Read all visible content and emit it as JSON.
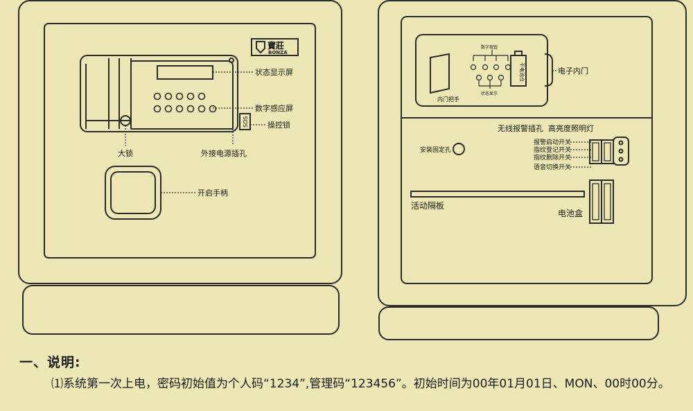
{
  "front_panel": {
    "logo": {
      "cn": "寶莊",
      "en": "BONZA"
    },
    "labels": {
      "status_display": "状态显示屏",
      "keypad": "数字感应屏",
      "sos": "SOS",
      "control_lock": "操控锁",
      "main_lock": "大锁",
      "external_power": "外接电源插孔",
      "handle": "开启手柄"
    }
  },
  "back_panel": {
    "inner_door": {
      "inner_handle": "内门把手",
      "keypad": "数字按钮",
      "status": "状态显示",
      "battery": "干电池仓",
      "inner_door_label": "电子内门"
    },
    "labels": {
      "header": "无线报警插孔  高亮度照明灯",
      "mount_hole": "安装固定孔",
      "switch_alarm": "报警启动开关",
      "switch_fp_register": "指纹登记开关",
      "switch_fp_delete": "指纹删除开关",
      "switch_voice": "语音切换开关",
      "shelf": "活动隔板",
      "battery_box": "电池盒"
    }
  },
  "text": {
    "heading": "一、说明:",
    "item1": "⑴系统第一次上电，密码初始值为个人码“1234”,管理码“123456”。初始时间为00年01月01日、MON、00时00分。"
  },
  "colors": {
    "background": "#ece7b4",
    "line": "#2a2a2a"
  }
}
